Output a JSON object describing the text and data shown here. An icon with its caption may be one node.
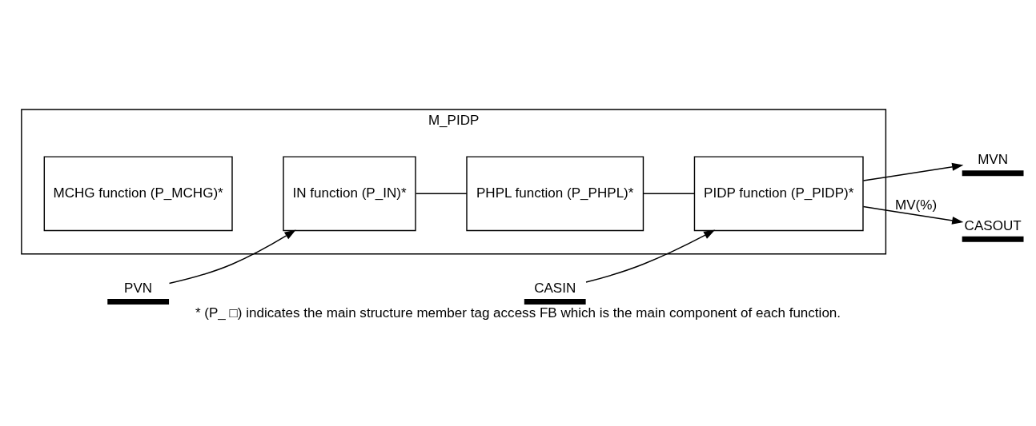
{
  "diagram": {
    "caption": "* (P_ □) indicates the main structure member tag access FB which is the main component of each function.",
    "nodes": [
      {
        "text": [
          "M_PIDP"
        ]
      },
      {
        "text": [
          "MCHG function (P_MCHG)*"
        ],
        "in": 0
      },
      {
        "text": [
          "IN function (P_IN)*"
        ],
        "in": 0
      },
      {
        "text": [
          "PHPL function (P_PHPL)*"
        ],
        "in": 0
      },
      {
        "text": [
          "PIDP function (P_PIDP)*"
        ],
        "in": 0
      },
      {
        "text": [
          "PVN"
        ]
      },
      {
        "text": [
          "CASIN"
        ]
      },
      {
        "text": [
          "MVN"
        ]
      },
      {
        "text": [
          "CASOUT"
        ]
      }
    ],
    "edges": [
      {
        "from": 5,
        "to": 2,
        "arrow": "to"
      },
      {
        "from": 2,
        "to": 3,
        "arrow": "none"
      },
      {
        "from": 3,
        "to": 4,
        "arrow": "none"
      },
      {
        "from": 6,
        "to": 4,
        "arrow": "to"
      },
      {
        "from": 4,
        "to": 7,
        "arrow": "to"
      },
      {
        "from": 4,
        "to": 8,
        "arrow": "to",
        "label": "MV(%)"
      }
    ]
  }
}
